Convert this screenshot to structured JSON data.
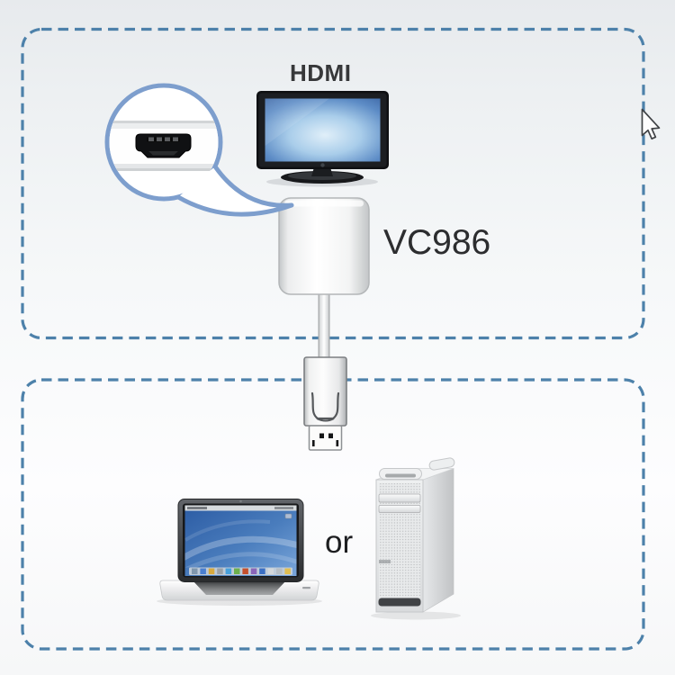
{
  "labels": {
    "hdmi": "HDMI",
    "model": "VC986",
    "or": "or"
  },
  "icons": [
    "hdmi-display-icon",
    "hdmi-port-closeup-icon",
    "vc986-adapter-icon",
    "displayport-cable-icon",
    "displayport-connector-icon",
    "laptop-icon",
    "desktop-tower-icon",
    "mouse-cursor-icon"
  ],
  "sections": {
    "top": {
      "contains": [
        "HDMI display",
        "VC986 adapter"
      ]
    },
    "bottom": {
      "contains": [
        "laptop",
        "desktop tower"
      ],
      "separator": "or"
    }
  },
  "colors": {
    "dashed_box_border": "#4d81aa",
    "callout_border": "#7d9ecd",
    "label_text": "#2f2f2f",
    "screen_blue": "#4a7dbd",
    "background_top": "#e7eaed",
    "background_bottom": "#fdfdfe"
  }
}
